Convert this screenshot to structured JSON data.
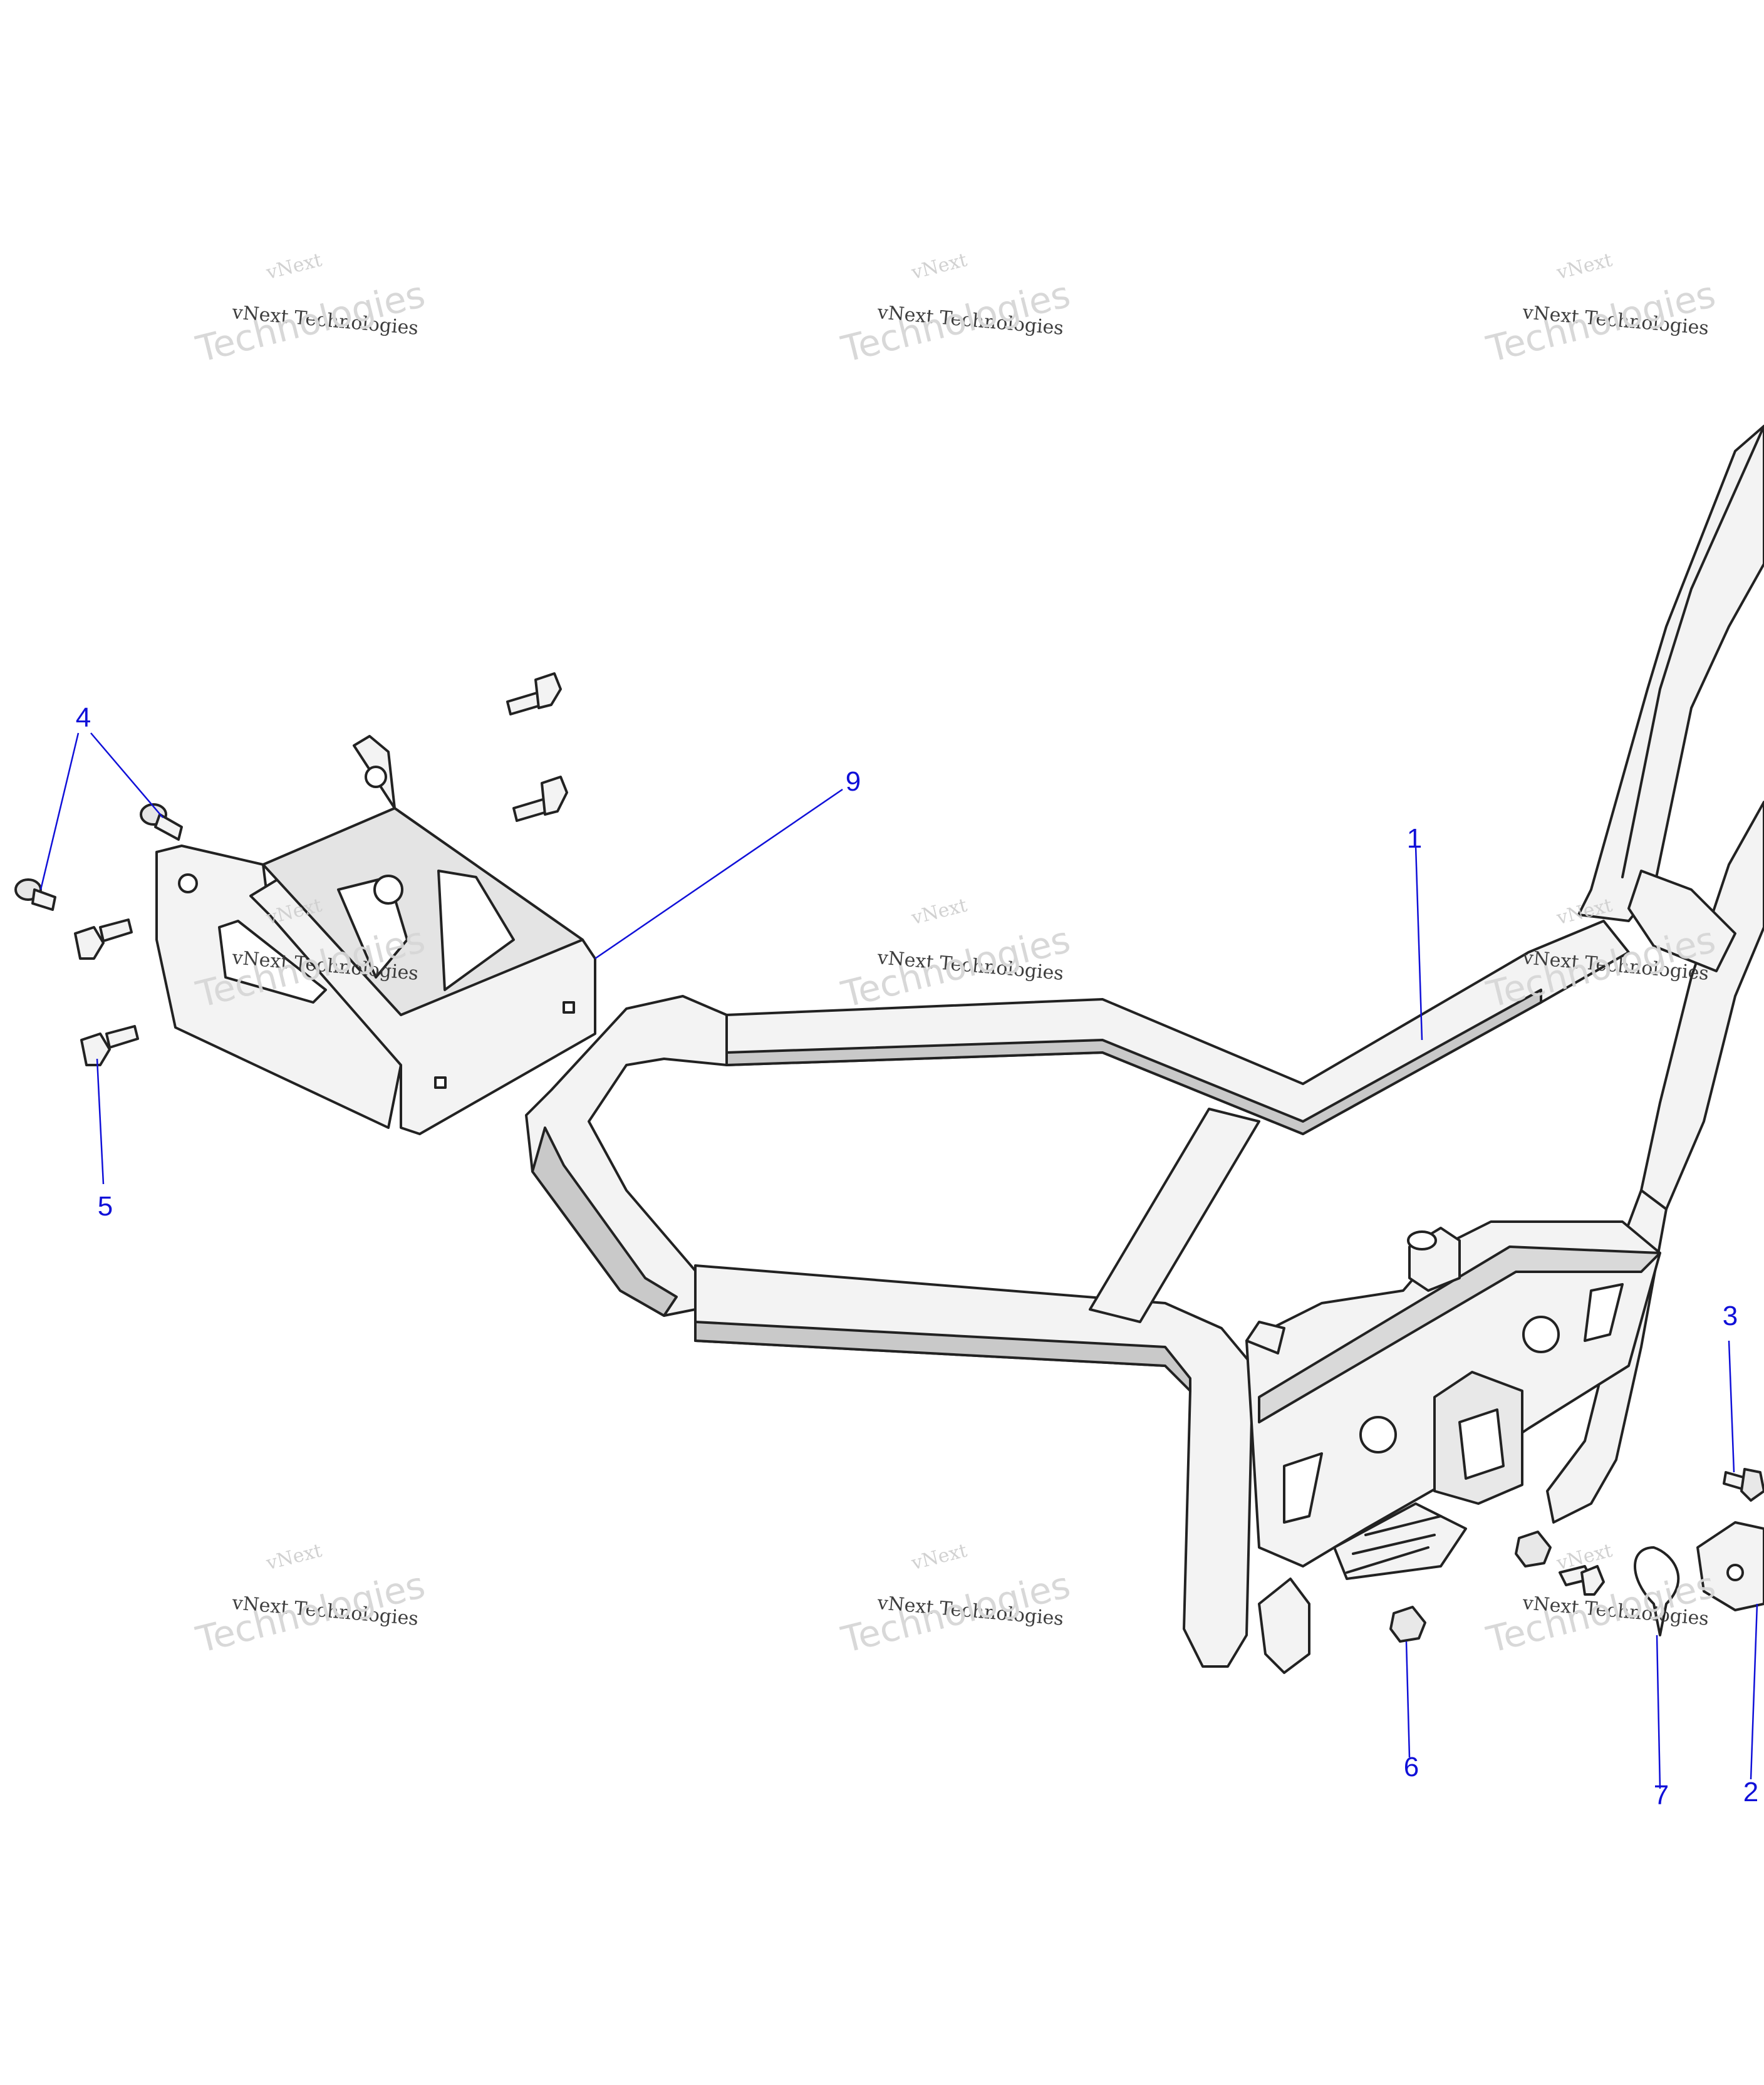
{
  "colors": {
    "callout": "#1010d8",
    "line_art": "#222222",
    "part_fill": "#f3f3f3",
    "part_shade": "#c9c9c9",
    "watermark": "#c8c8c8"
  },
  "watermark": {
    "line1": "vNext",
    "line2": "vNext Technologies",
    "line3": "Technologies"
  },
  "callouts": [
    {
      "id": "c1",
      "label": "1"
    },
    {
      "id": "c2",
      "label": "2"
    },
    {
      "id": "c3",
      "label": "3"
    },
    {
      "id": "c4",
      "label": "4"
    },
    {
      "id": "c5",
      "label": "5"
    },
    {
      "id": "c6",
      "label": "6"
    },
    {
      "id": "c7",
      "label": "7"
    },
    {
      "id": "c9",
      "label": "9"
    }
  ]
}
